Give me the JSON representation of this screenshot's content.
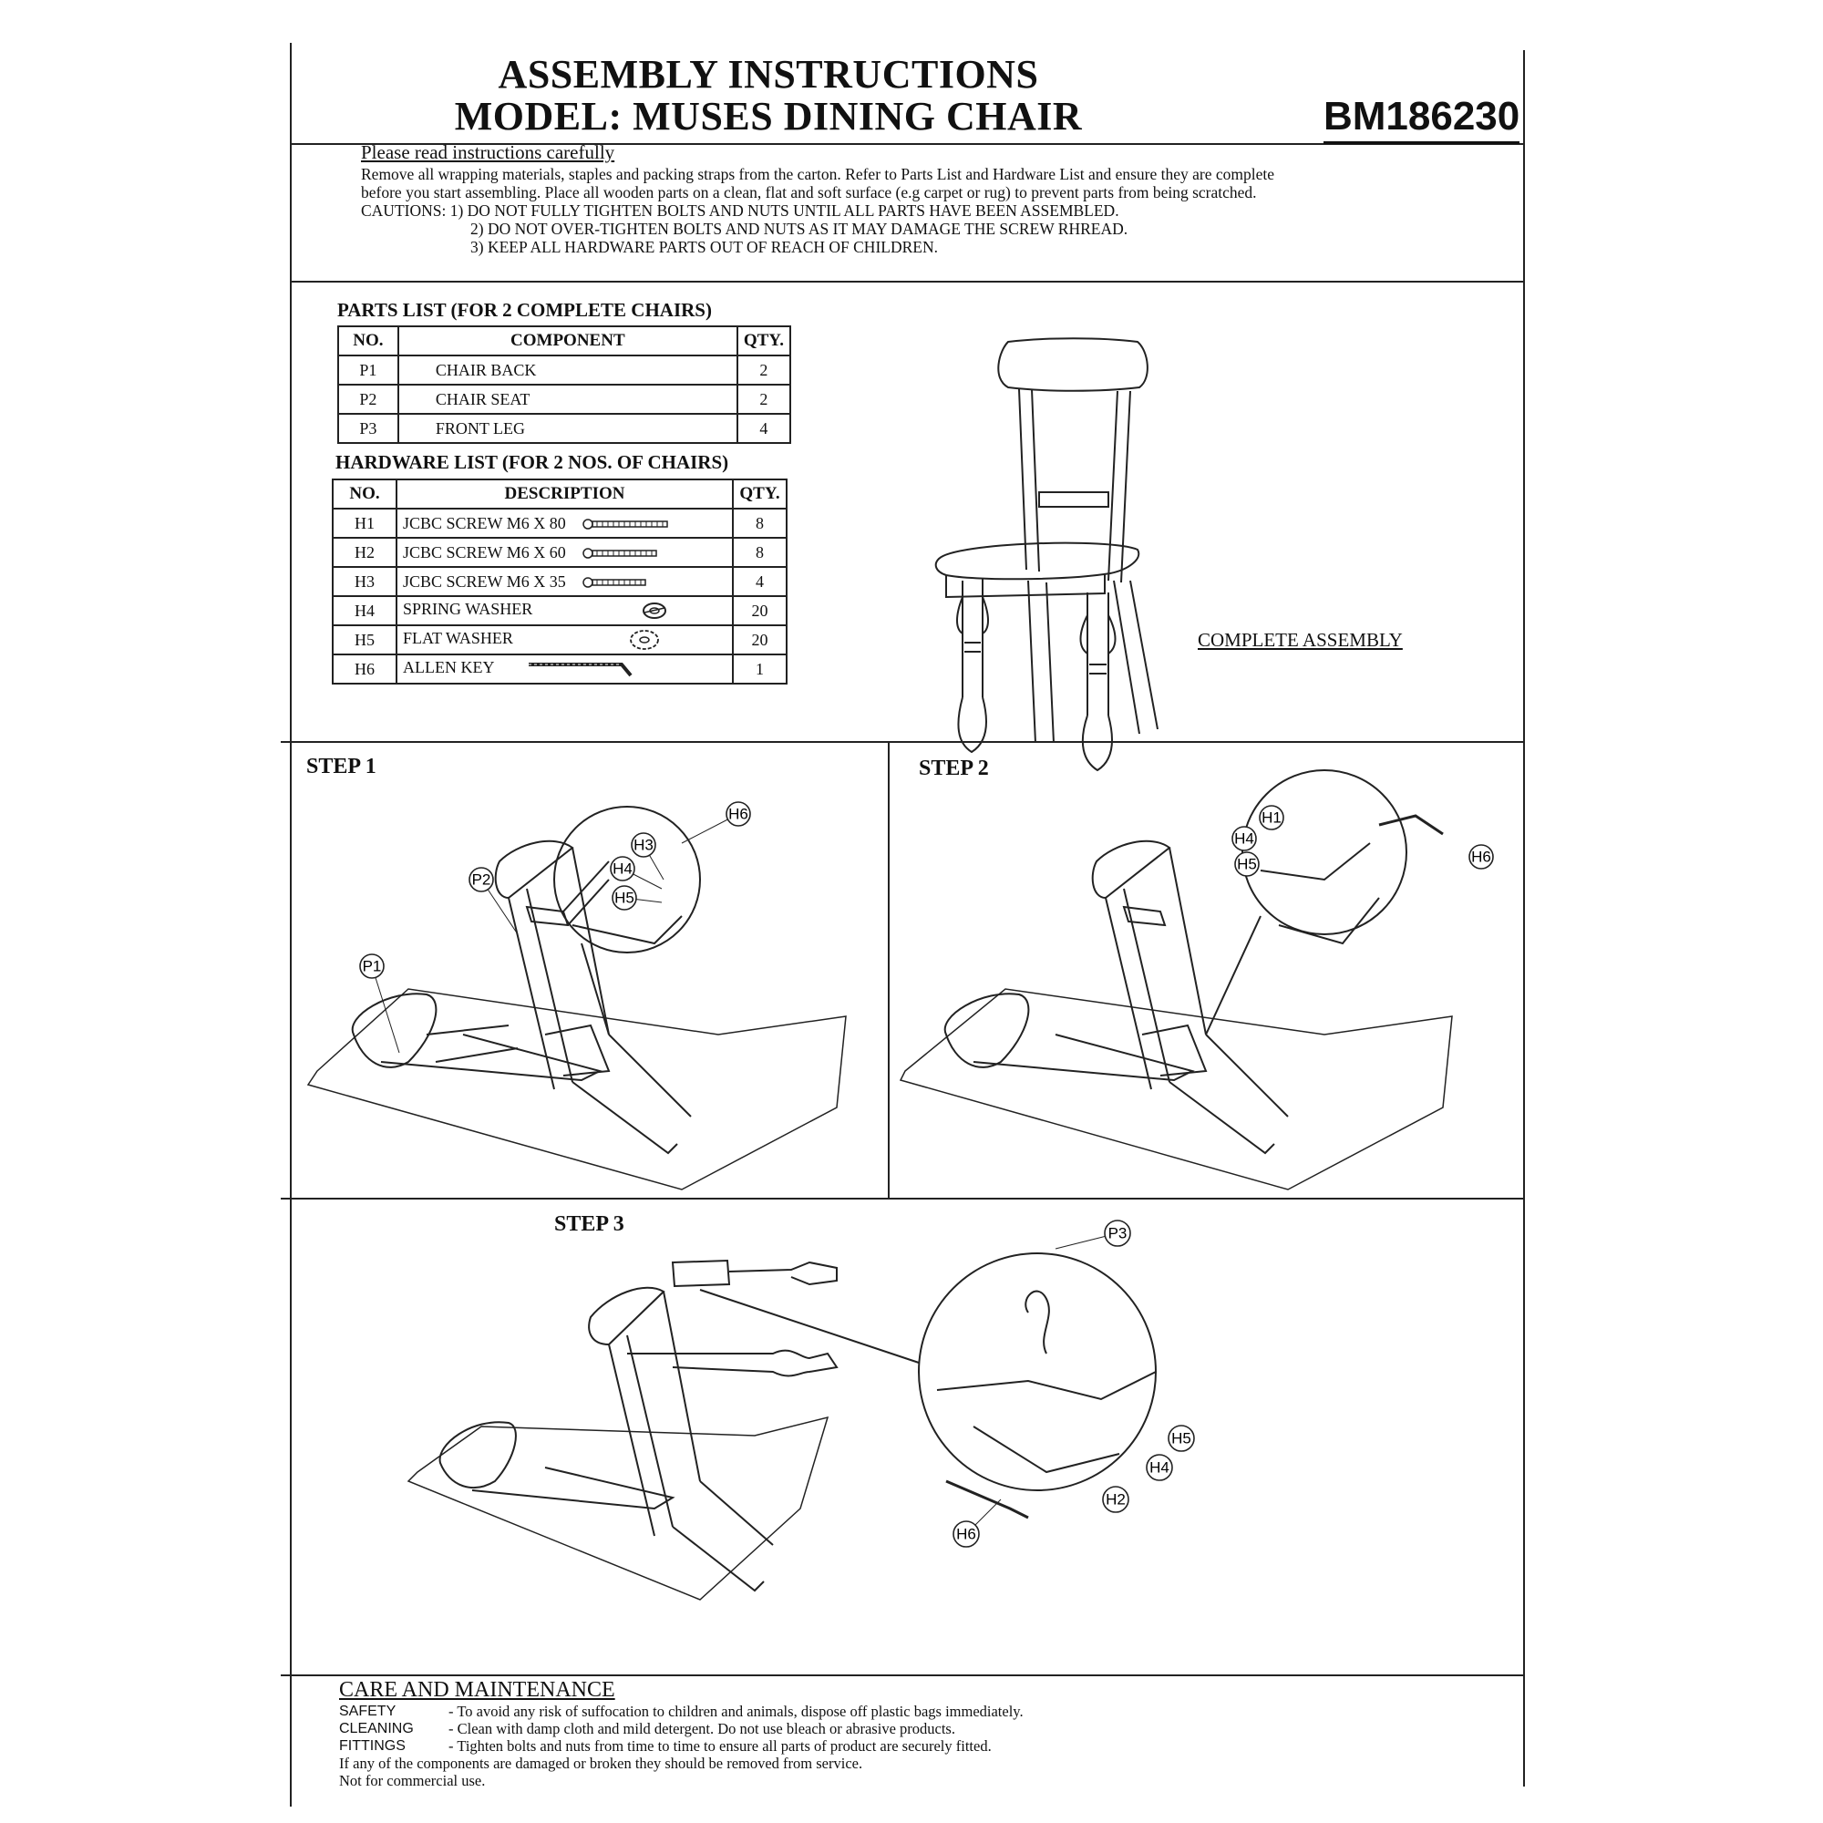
{
  "header": {
    "title_line1": "ASSEMBLY INSTRUCTIONS",
    "title_line2": "MODEL: MUSES DINING CHAIR",
    "model_code": "BM186230"
  },
  "intro": {
    "lead": "Please read instructions carefully",
    "line1": "Remove all wrapping materials, staples and packing straps from the carton. Refer to Parts List and Hardware List and ensure they are complete",
    "line2": "before you start assembling. Place all wooden parts on a clean, flat and soft surface (e.g carpet or rug) to prevent parts from being scratched.",
    "caution1": "CAUTIONS: 1) DO NOT FULLY TIGHTEN BOLTS AND NUTS UNTIL ALL PARTS HAVE BEEN ASSEMBLED.",
    "caution2": "2) DO NOT OVER-TIGHTEN BOLTS AND NUTS AS IT MAY DAMAGE THE SCREW RHREAD.",
    "caution3": "3) KEEP ALL HARDWARE PARTS OUT OF REACH OF CHILDREN."
  },
  "parts_list": {
    "title": "PARTS LIST (FOR 2 COMPLETE CHAIRS)",
    "headers": {
      "no": "NO.",
      "component": "COMPONENT",
      "qty": "QTY."
    },
    "rows": [
      {
        "no": "P1",
        "component": "CHAIR BACK",
        "qty": "2"
      },
      {
        "no": "P2",
        "component": "CHAIR SEAT",
        "qty": "2"
      },
      {
        "no": "P3",
        "component": "FRONT LEG",
        "qty": "4"
      }
    ]
  },
  "hardware_list": {
    "title": "HARDWARE LIST (FOR 2 NOS. OF CHAIRS)",
    "headers": {
      "no": "NO.",
      "description": "DESCRIPTION",
      "qty": "QTY."
    },
    "rows": [
      {
        "no": "H1",
        "description": "JCBC SCREW M6 X 80",
        "qty": "8",
        "icon": "long-screw-icon"
      },
      {
        "no": "H2",
        "description": "JCBC SCREW M6 X 60",
        "qty": "8",
        "icon": "medium-screw-icon"
      },
      {
        "no": "H3",
        "description": "JCBC SCREW M6 X 35",
        "qty": "4",
        "icon": "short-screw-icon"
      },
      {
        "no": "H4",
        "description": "SPRING WASHER",
        "qty": "20",
        "icon": "spring-washer-icon"
      },
      {
        "no": "H5",
        "description": "FLAT WASHER",
        "qty": "20",
        "icon": "flat-washer-icon"
      },
      {
        "no": "H6",
        "description": "ALLEN KEY",
        "qty": "1",
        "icon": "allen-key-icon"
      }
    ]
  },
  "complete_assembly": {
    "caption": "COMPLETE ASSEMBLY"
  },
  "steps": {
    "step1": {
      "label": "STEP 1",
      "callouts": [
        "P1",
        "P2",
        "H3",
        "H4",
        "H5",
        "H6"
      ]
    },
    "step2": {
      "label": "STEP 2",
      "callouts": [
        "H1",
        "H4",
        "H5",
        "H6"
      ]
    },
    "step3": {
      "label": "STEP 3",
      "callouts": [
        "P3",
        "H5",
        "H4",
        "H2",
        "H6"
      ]
    }
  },
  "care": {
    "title": "CARE AND MAINTENANCE",
    "safety_label": "SAFETY",
    "safety_text": "- To avoid any risk of suffocation to children and animals, dispose off plastic bags immediately.",
    "cleaning_label": "CLEANING",
    "cleaning_text": "- Clean with damp cloth and mild detergent. Do not use bleach or abrasive products.",
    "fittings_label": "FITTINGS",
    "fittings_text": "- Tighten bolts and nuts from time to time to ensure all parts of product are securely fitted.",
    "note1": "If any of the components are damaged or broken they should be removed from service.",
    "note2": "Not for commercial use."
  }
}
